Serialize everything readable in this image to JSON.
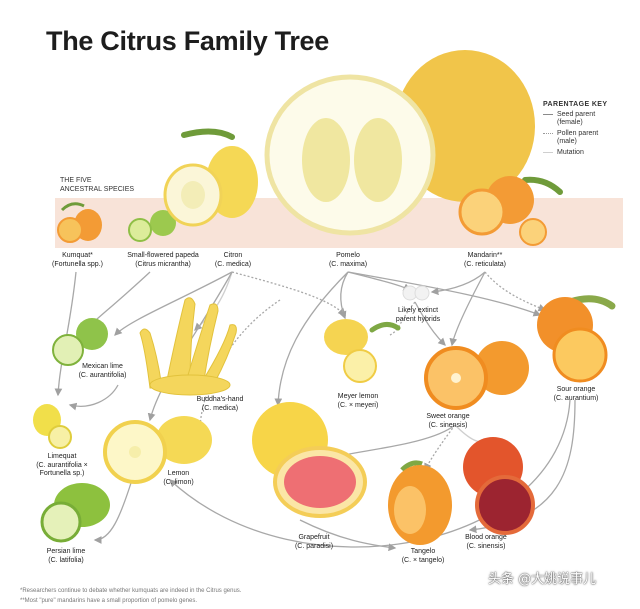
{
  "title": "The Citrus Family Tree",
  "ancestral_header": [
    "THE FIVE",
    "ANCESTRAL SPECIES"
  ],
  "key": {
    "title": "PARENTAGE KEY",
    "seed": [
      "Seed parent",
      "(female)"
    ],
    "pollen": [
      "Pollen parent",
      "(male)"
    ],
    "mutation": "Mutation"
  },
  "species": {
    "kumquat": [
      "Kumquat*",
      "(Fortunella spp.)"
    ],
    "papeda": [
      "Small-flowered papeda",
      "(Citrus micrantha)"
    ],
    "citron": [
      "Citron",
      "(C. medica)"
    ],
    "pomelo": [
      "Pomelo",
      "(C. maxima)"
    ],
    "mandarin": [
      "Mandarin**",
      "(C. reticulata)"
    ]
  },
  "hybrids": {
    "extinct": [
      "Likely extinct",
      "parent hybrids"
    ],
    "mexican_lime": [
      "Mexican lime",
      "(C. aurantifolia)"
    ],
    "buddhas_hand": [
      "Buddha's-hand",
      "(C. medica)"
    ],
    "meyer_lemon": [
      "Meyer lemon",
      "(C. × meyeri)"
    ],
    "sweet_orange": [
      "Sweet orange",
      "(C. sinensis)"
    ],
    "sour_orange": [
      "Sour orange",
      "(C. aurantium)"
    ],
    "limequat": [
      "Limequat",
      "(C. aurantifolia ×",
      "Fortunella sp.)"
    ],
    "lemon": [
      "Lemon",
      "(C. limon)"
    ],
    "grapefruit": [
      "Grapefruit",
      "(C. paradisi)"
    ],
    "blood_orange": [
      "Blood orange",
      "(C. sinensis)"
    ],
    "persian_lime": [
      "Persian lime",
      "(C. latifolia)"
    ],
    "tangelo": [
      "Tangelo",
      "(C. × tangelo)"
    ]
  },
  "notes": [
    "*Researchers continue to debate whether kumquats are indeed in the Citrus genus.",
    "**Most \"pure\" mandarins have a small proportion of pomelo genes."
  ],
  "watermark": "头条 @大姚说事儿",
  "colors": {
    "band": "#f8e3d8",
    "line": "#a0a0a0",
    "lemon": "#f3d65a",
    "orange": "#f3a33a",
    "lime": "#8fc34a",
    "grapefruit_flesh": "#ee6f73",
    "blood": "#9c2430"
  },
  "icons": [
    "kumquat-fruit",
    "papeda-fruit",
    "citron-fruit",
    "pomelo-fruit",
    "mandarin-fruit",
    "mexican-lime-fruit",
    "buddhas-hand-fruit",
    "meyer-lemon-fruit",
    "sweet-orange-fruit",
    "sour-orange-fruit",
    "limequat-fruit",
    "lemon-fruit",
    "grapefruit-fruit",
    "blood-orange-fruit",
    "persian-lime-fruit",
    "tangelo-fruit"
  ]
}
